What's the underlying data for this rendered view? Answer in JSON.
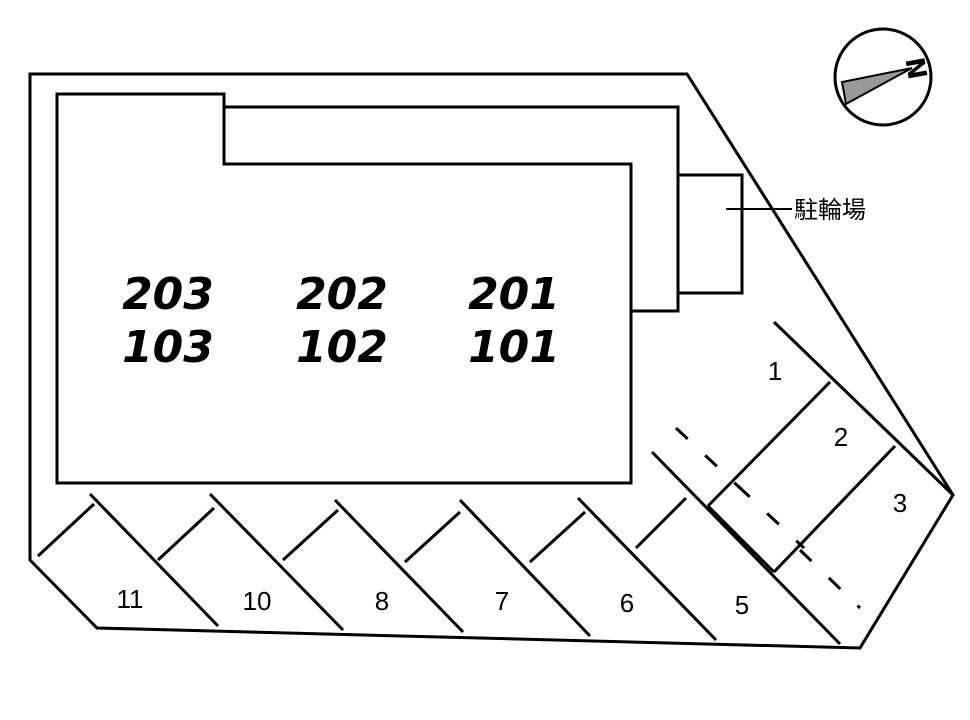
{
  "building": {
    "units": [
      {
        "upper": "203",
        "lower": "103"
      },
      {
        "upper": "202",
        "lower": "102"
      },
      {
        "upper": "201",
        "lower": "101"
      }
    ]
  },
  "bicycle_parking": {
    "label": "駐輪場"
  },
  "parking": {
    "slots": [
      "1",
      "2",
      "3",
      "5",
      "6",
      "7",
      "8",
      "10",
      "11"
    ]
  },
  "compass": {
    "letter": "N"
  }
}
